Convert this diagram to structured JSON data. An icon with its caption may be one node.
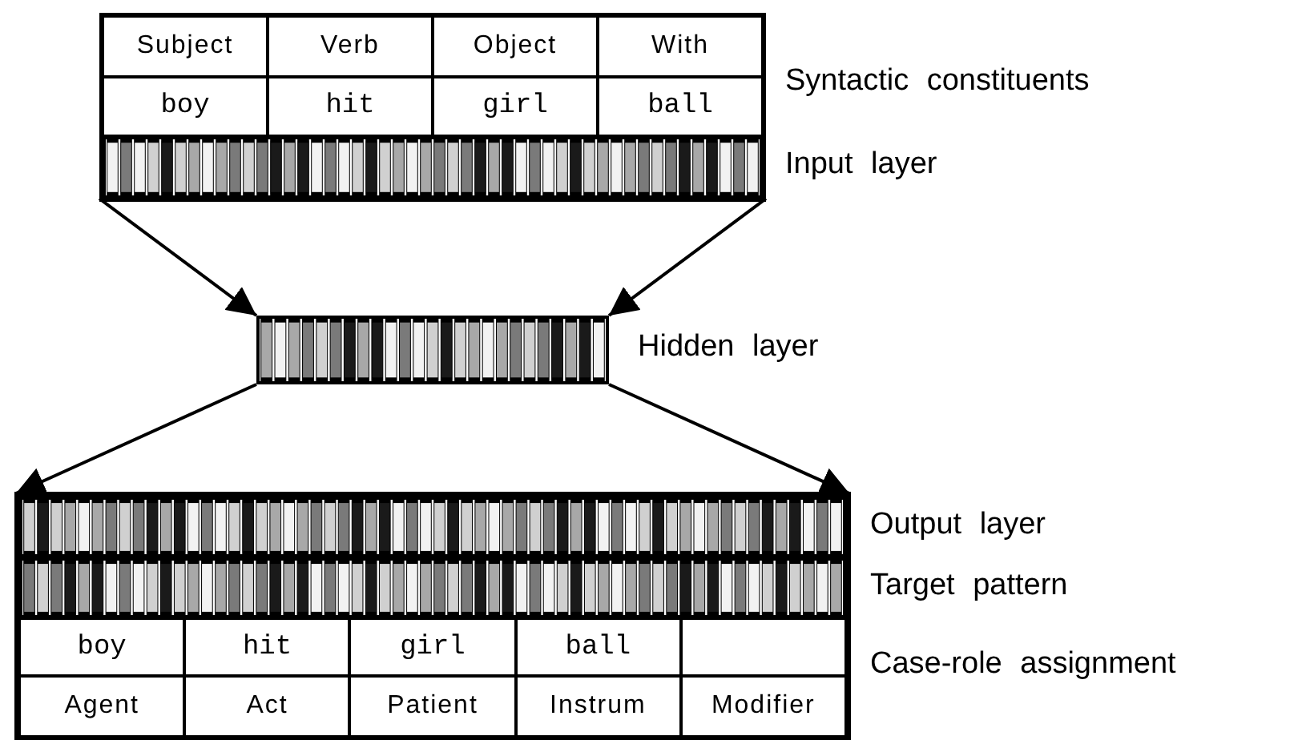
{
  "diagram": {
    "nodes": [
      {
        "text": [],
        "shape": "bar",
        "beside": [
          "Input layer"
        ]
      },
      {
        "text": [],
        "shape": "bar",
        "beside": [
          "Hidden layer"
        ]
      },
      {
        "text": [],
        "shape": "bar",
        "beside": [
          "Output layer"
        ]
      }
    ],
    "edges": [
      {
        "from": 0,
        "to": 1,
        "arrow": "to"
      },
      {
        "from": 0,
        "to": 1,
        "arrow": "to"
      },
      {
        "from": 1,
        "to": 2,
        "arrow": "to"
      },
      {
        "from": 1,
        "to": 2,
        "arrow": "to"
      }
    ],
    "labels": [
      "Subject",
      "Verb",
      "Object",
      "With",
      "Syntactic constituents",
      "boy",
      "hit",
      "girl",
      "ball",
      "Target pattern",
      "boy",
      "hit",
      "girl",
      "ball",
      "Case-role assignment",
      "Agent",
      "Act",
      "Patient",
      "Instrum",
      "Modifier"
    ]
  }
}
